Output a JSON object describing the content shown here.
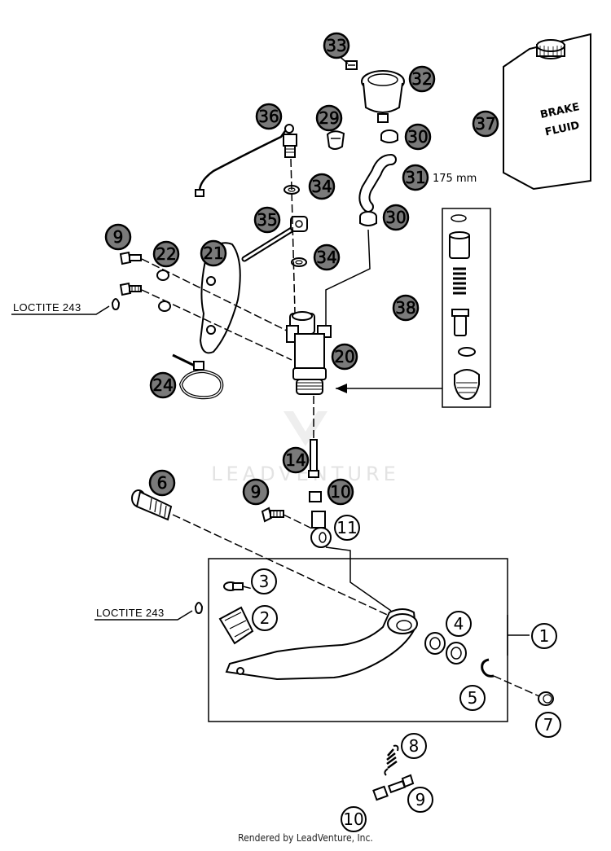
{
  "callouts": [
    {
      "num": "33",
      "style": "dark"
    },
    {
      "num": "32",
      "style": "dark"
    },
    {
      "num": "36",
      "style": "dark"
    },
    {
      "num": "29",
      "style": "dark"
    },
    {
      "num": "30",
      "style": "dark"
    },
    {
      "num": "31",
      "style": "dark"
    },
    {
      "num": "34",
      "style": "dark"
    },
    {
      "num": "35",
      "style": "dark"
    },
    {
      "num": "30",
      "style": "dark"
    },
    {
      "num": "34",
      "style": "dark"
    },
    {
      "num": "9",
      "style": "dark"
    },
    {
      "num": "22",
      "style": "dark"
    },
    {
      "num": "21",
      "style": "dark"
    },
    {
      "num": "38",
      "style": "dark"
    },
    {
      "num": "37",
      "style": "dark"
    },
    {
      "num": "20",
      "style": "dark"
    },
    {
      "num": "24",
      "style": "dark"
    },
    {
      "num": "14",
      "style": "dark"
    },
    {
      "num": "6",
      "style": "dark"
    },
    {
      "num": "9",
      "style": "dark"
    },
    {
      "num": "10",
      "style": "dark"
    },
    {
      "num": "11",
      "style": "light"
    },
    {
      "num": "3",
      "style": "light"
    },
    {
      "num": "2",
      "style": "light"
    },
    {
      "num": "4",
      "style": "light"
    },
    {
      "num": "1",
      "style": "light"
    },
    {
      "num": "5",
      "style": "light"
    },
    {
      "num": "7",
      "style": "light"
    },
    {
      "num": "8",
      "style": "light"
    },
    {
      "num": "9",
      "style": "light"
    },
    {
      "num": "10",
      "style": "light"
    }
  ],
  "hose_length_note": "175 mm",
  "loctite_labels": [
    "LOCTITE 243",
    "LOCTITE 243"
  ],
  "bottle_label": [
    "BRAKE",
    "FLUID"
  ],
  "watermark": "LEADVENTURE",
  "footer": "Rendered by LeadVenture, Inc."
}
